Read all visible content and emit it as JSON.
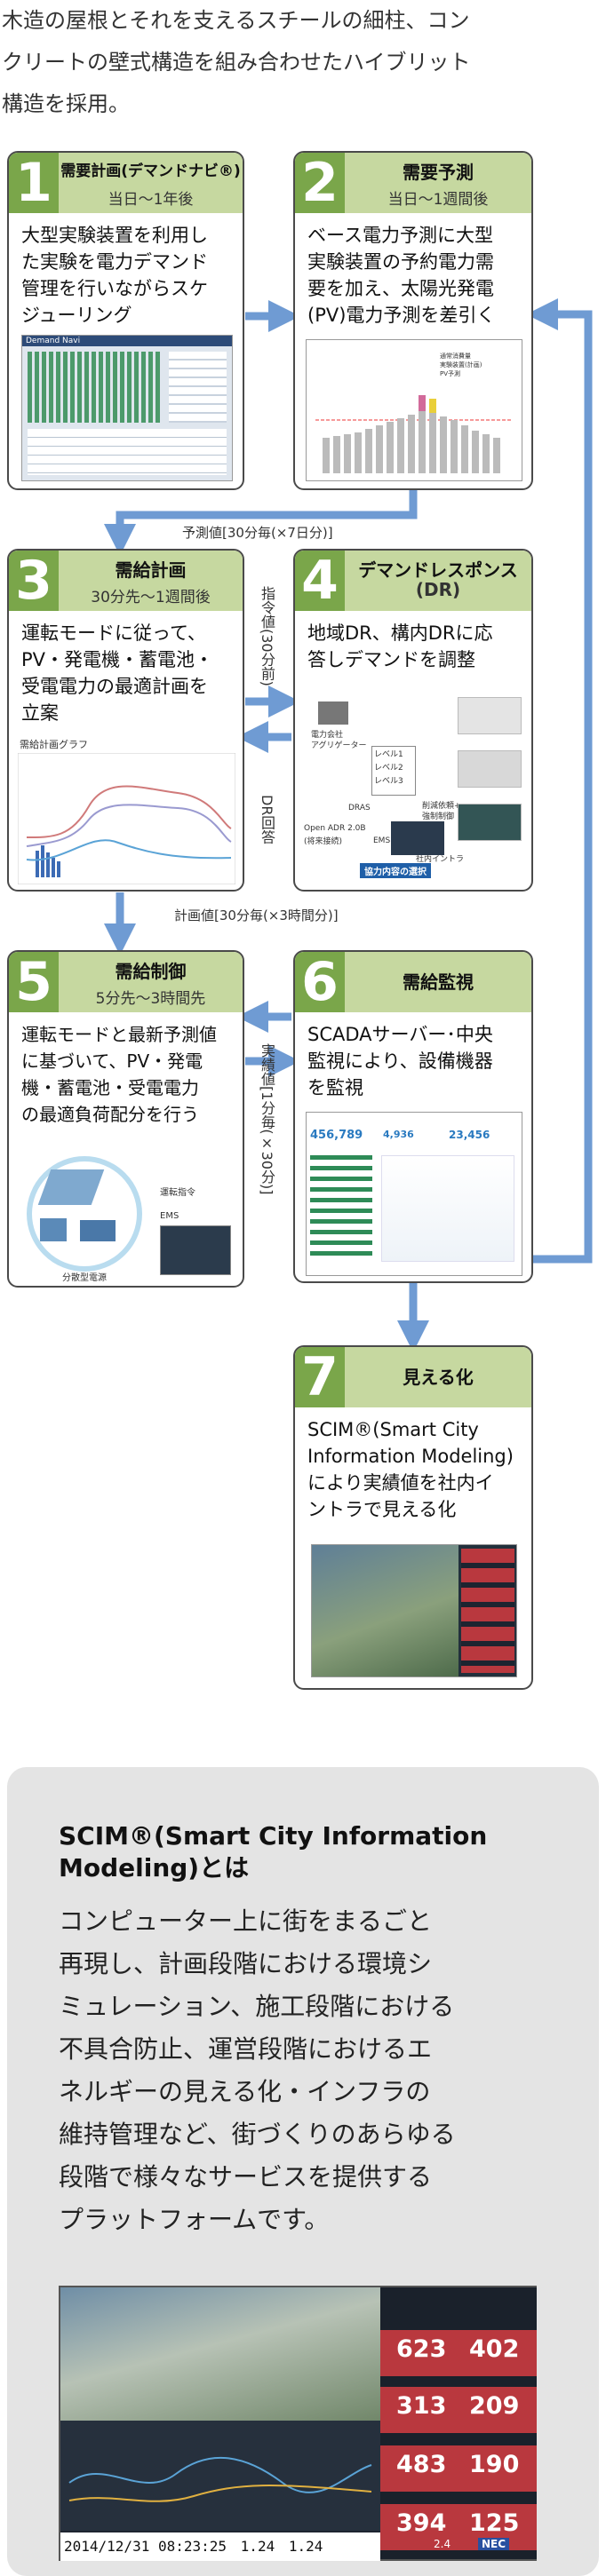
{
  "intro": [
    "木造の屋根とそれを支えるスチールの細柱、コン",
    "クリートの壁式構造を組み合わせたハイブリット",
    "構造を採用。"
  ],
  "colors": {
    "accent": "#7aa64a",
    "header": "#c6d8a0",
    "arrow": "#6f9bd3"
  },
  "steps": [
    {
      "num": "1",
      "title": "需要計画(デマンドナビ®)",
      "sub": "当日〜1年後",
      "body": [
        "大型実験装置を利用し",
        "た実験を電力デマンド",
        "管理を行いながらスケ",
        "ジューリング"
      ],
      "shot": "Demand Navi"
    },
    {
      "num": "2",
      "title": "需要予測",
      "sub": "当日〜1週間後",
      "body": [
        "ベース電力予測に大型",
        "実験装置の予約電力需",
        "要を加え、太陽光発電",
        "(PV)電力予測を差引く"
      ],
      "legend": [
        "通常消費量",
        "実験装置(計画)",
        "PV予測"
      ]
    },
    {
      "num": "3",
      "title": "需給計画",
      "sub": "30分先〜1週間後",
      "body": [
        "運転モードに従って、",
        "PV・発電機・蓄電池・",
        "受電電力の最適計画を",
        "立案"
      ],
      "chart_title": "需給計画グラフ"
    },
    {
      "num": "4",
      "title": "デマンドレスポンス",
      "title2": "(DR)",
      "body": [
        "地域DR、構内DRに応",
        "答しデマンドを調整"
      ],
      "labels": [
        "電力会社",
        "アグリゲーター",
        "Open ADR 2.0B",
        "(将来接続)",
        "DRAS",
        "EMS",
        "レベル1",
        "レベル2",
        "レベル3",
        "削減依頼+",
        "強制制御",
        "社内イントラ",
        "協力内容の選択"
      ]
    },
    {
      "num": "5",
      "title": "需給制御",
      "sub": "5分先〜3時間先",
      "body": [
        "運転モードと最新予測値",
        "に基づいて、PV・発電",
        "機・蓄電池・受電電力",
        "の最適負荷配分を行う"
      ],
      "labels": [
        "運転指令",
        "EMS",
        "分散型電源"
      ]
    },
    {
      "num": "6",
      "title": "需給監視",
      "body": [
        "SCADAサーバー･中央",
        "監視により、設備機器",
        "を監視"
      ],
      "values": [
        "456,789",
        "4,936",
        "23,456"
      ]
    },
    {
      "num": "7",
      "title": "見える化",
      "body": [
        "SCIM®(Smart City",
        "Information Modeling)",
        "により実績値を社内イ",
        "ントラで見える化"
      ]
    }
  ],
  "arrows": {
    "forecast": "予測値[30分毎(×7日分)]",
    "plan": "計画値[30分毎(×3時間分)]",
    "command": "指令値(30分前)",
    "dr_answer": "DR回答",
    "actual": "実績値[1分毎(×30分)]"
  },
  "scim": {
    "title": [
      "SCIM®(Smart City Information",
      "Modeling)とは"
    ],
    "body": [
      "コンピューター上に街をまるごと",
      "再現し、計画段階における環境シ",
      "ミュレーション、施工段階における",
      "不具合防止、運営段階におけるエ",
      "ネルギーの見える化・インフラの",
      "維持管理など、街づくりのあらゆる",
      "段階で様々なサービスを提供する",
      "プラットフォームです。"
    ],
    "dash": {
      "values": [
        "623",
        "402",
        "313",
        "209",
        "483",
        "190",
        "394",
        "125"
      ],
      "datetime": "2014/12/31 08:23:25",
      "footer": [
        "1.24",
        "1.24",
        "2.4"
      ],
      "brand": "NEC"
    }
  }
}
